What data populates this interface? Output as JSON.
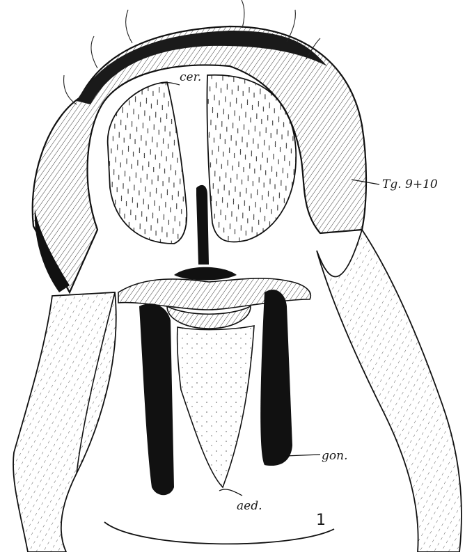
{
  "labels": {
    "cerci": "cer.",
    "tergite": "Tg. 9+10",
    "gonopod": "gon.",
    "aedeagus": "aed."
  },
  "figure_number": "1",
  "colors": {
    "ink": "#1a1a1a",
    "paper": "#ffffff"
  }
}
